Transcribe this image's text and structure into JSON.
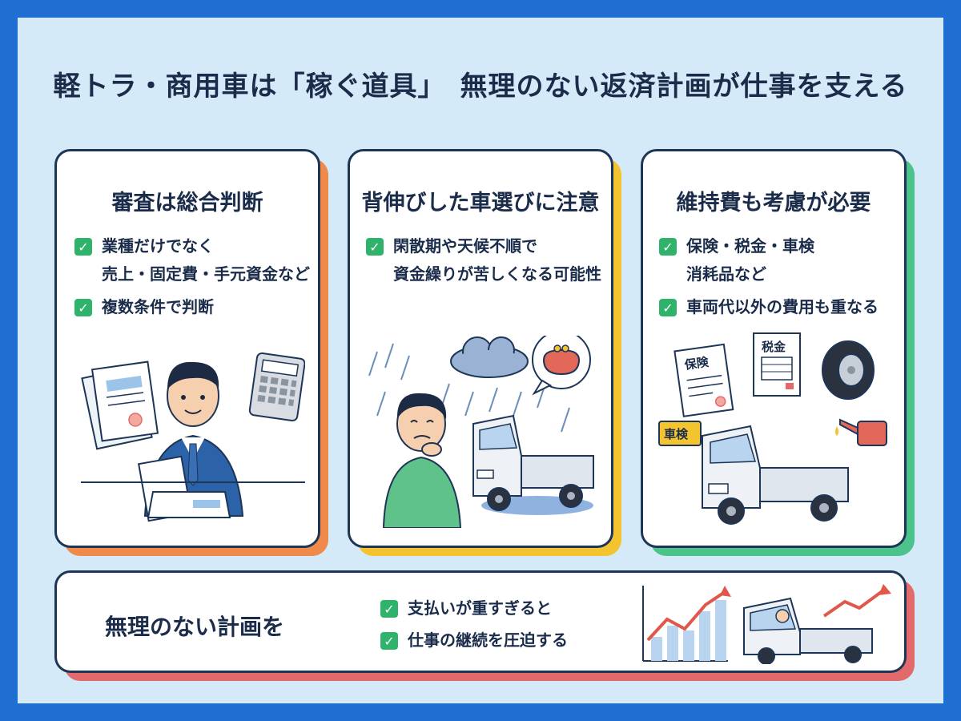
{
  "title": "軽トラ・商用車は「稼ぐ道具」　無理のない返済計画が仕事を支える",
  "cards": [
    {
      "title": "審査は総合判断",
      "items": [
        "業種だけでなく",
        "売上・固定費・手元資金など",
        "複数条件で判断"
      ]
    },
    {
      "title": "背伸びした車選びに注意",
      "items": [
        "閑散期や天候不順で",
        "資金繰りが苦しくなる可能性"
      ]
    },
    {
      "title": "維持費も考慮が必要",
      "items": [
        "保険・税金・車検",
        "消耗品など",
        "車両代以外の費用も重なる"
      ],
      "labels": {
        "insurance": "保険",
        "tax": "税金",
        "inspection": "車検"
      }
    }
  ],
  "bottom": {
    "title": "無理のない計画を",
    "items": [
      "支払いが重すぎると",
      "仕事の継続を圧迫する"
    ]
  },
  "colors": {
    "frame": "#1f6fd1",
    "background": "#d5eaf9",
    "border": "#1d3557",
    "shadow_orange": "#f08a4b",
    "shadow_yellow": "#f4c430",
    "shadow_green": "#4cc38a",
    "shadow_red": "#e26a6a",
    "check": "#2fb36b"
  }
}
